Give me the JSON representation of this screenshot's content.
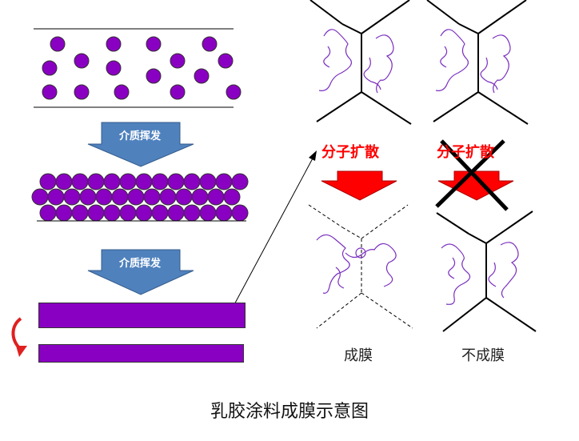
{
  "labels": {
    "evaporate_1": "介质挥发",
    "evaporate_2": "介质挥发",
    "diffusion_ok": "分子扩散",
    "diffusion_blocked": "分子扩散",
    "film_formed": "成膜",
    "film_not_formed": "不成膜",
    "caption": "乳胶涂料成膜示意图"
  },
  "colors": {
    "particle": "#8a00c2",
    "arrow_blue": "#4f81bd",
    "arrow_red": "#ff0000",
    "chain": "#7b2fbf",
    "line": "#000000"
  }
}
